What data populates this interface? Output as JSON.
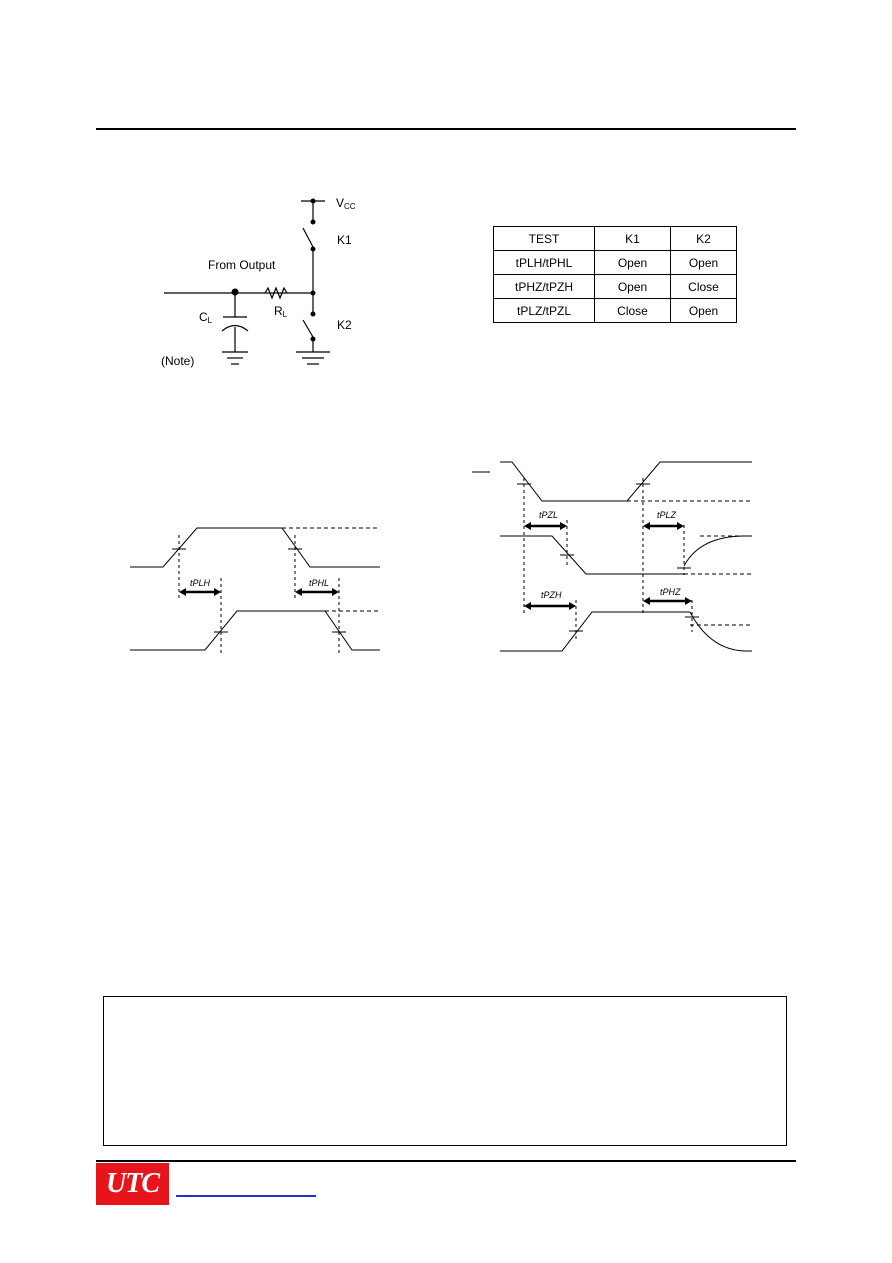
{
  "circuit": {
    "vcc": "V",
    "vcc_sub": "CC",
    "k1": "K1",
    "k2": "K2",
    "from_output": "From Output",
    "cl": "C",
    "cl_sub": "L",
    "rl": "R",
    "rl_sub": "L",
    "note": "(Note)"
  },
  "table": {
    "headers": [
      "TEST",
      "K1",
      "K2"
    ],
    "rows": [
      {
        "test": "tPLH/tPHL",
        "k1": "Open",
        "k2": "Open"
      },
      {
        "test": "tPHZ/tPZH",
        "k1": "Open",
        "k2": "Close"
      },
      {
        "test": "tPLZ/tPZL",
        "k1": "Close",
        "k2": "Open"
      }
    ]
  },
  "waveforms": {
    "left": {
      "t1": "tPLH",
      "t2": "tPHL"
    },
    "right": {
      "t1": "tPZL",
      "t2": "tPLZ",
      "t3": "tPZH",
      "t4": "tPHZ"
    }
  },
  "footer": {
    "logo": "UTC"
  }
}
